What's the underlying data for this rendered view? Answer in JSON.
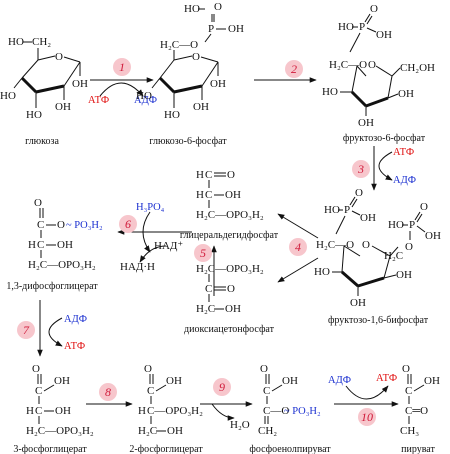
{
  "colors": {
    "atp": "#e01010",
    "adp": "#1a2fd0",
    "step_circle": "#f7c6cc",
    "step_number": "#d01a3a"
  },
  "labels": {
    "glucose": "глюкоза",
    "g6p": "глюкозо-6-фосфат",
    "f6p": "фруктозо-6-фосфат",
    "f16bp": "фруктозо-1,6-бифосфат",
    "gap": "глицеральдегидфосфат",
    "dhap": "диоксиацетонфосфат",
    "bpg13": "1,3-дифосфоглицерат",
    "pg3": "3-фосфоглицерат",
    "pg2": "2-фосфоглицерат",
    "pep": "фосфоенолпируват",
    "pyruvate": "пируват"
  },
  "cofactors": {
    "atp": "АТФ",
    "adp": "АДФ",
    "nad": "НАД⁺",
    "nadh": "НАД·Н",
    "h3po4": "H₃PO₄",
    "h2o": "H₂O"
  },
  "steps": [
    "1",
    "2",
    "3",
    "4",
    "5",
    "6",
    "7",
    "8",
    "9",
    "10"
  ],
  "atoms": {
    "oh": "OH",
    "ho": "HO",
    "o": "O",
    "p": "P",
    "c": "C",
    "h": "H",
    "ch2": "CH₂",
    "ch2oh": "CH₂OH",
    "h2c": "H₂C",
    "h2c_o": "H₂C—O",
    "c_o": "C—O",
    "opo3h2": "OPO₃H₂",
    "po3h2": "~ PO₃H₂",
    "h2c_opo3h2": "H₂C—OPO₃H₂",
    "c_opo3h2": "C—OPO₃H₂",
    "ch3": "CH₃",
    "c_eq_o": "C═O"
  }
}
